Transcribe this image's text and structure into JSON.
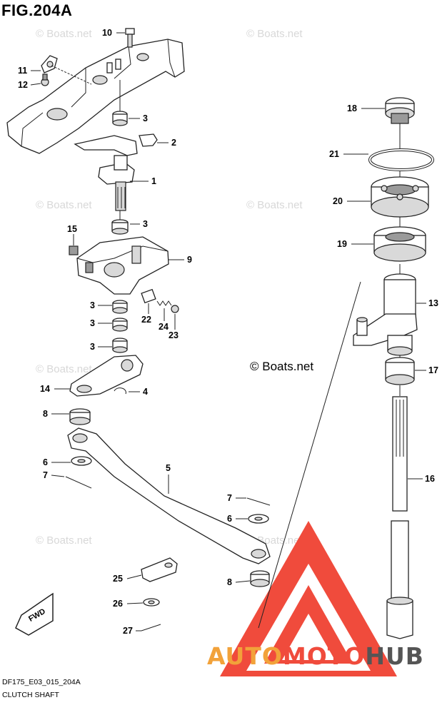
{
  "figure": {
    "title": "FIG.204A",
    "code": "DF175_E03_015_204A",
    "name": "CLUTCH SHAFT",
    "copyright": "© Boats.net",
    "watermark": "© Boats.net"
  },
  "brand": {
    "part1": "AUTO",
    "part2": "MOTO",
    "part3": "HUB",
    "color_red": "#f04b3c",
    "color_orange": "#f2a23a",
    "color_dark": "#555555"
  },
  "fwd_label": "FWD",
  "callouts": [
    "1",
    "2",
    "3",
    "3",
    "3",
    "3",
    "3",
    "4",
    "5",
    "6",
    "6",
    "7",
    "7",
    "8",
    "8",
    "9",
    "10",
    "11",
    "12",
    "13",
    "14",
    "15",
    "16",
    "17",
    "18",
    "19",
    "20",
    "21",
    "22",
    "23",
    "24",
    "25",
    "26",
    "27"
  ]
}
